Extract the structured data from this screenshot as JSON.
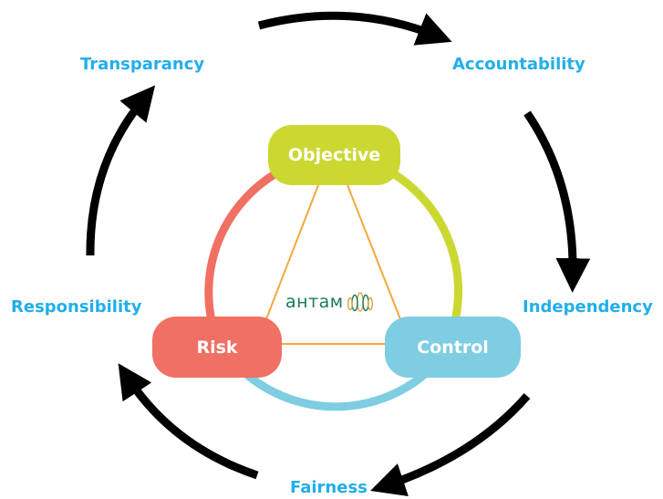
{
  "principles": {
    "transparancy": "Transparancy",
    "accountability": "Accountability",
    "independency": "Independency",
    "fairness": "Fairness",
    "responsibility": "Responsibility"
  },
  "elements": {
    "objective": "Objective",
    "risk": "Risk",
    "control": "Control"
  },
  "logo": {
    "text": "антам"
  },
  "colors": {
    "label_blue": "#22aee8",
    "objective": "#ccd832",
    "risk": "#f07063",
    "control": "#7ecde2",
    "triangle": "#f2a93b",
    "arrow": "#000000",
    "logo": "#1a7a5c"
  }
}
